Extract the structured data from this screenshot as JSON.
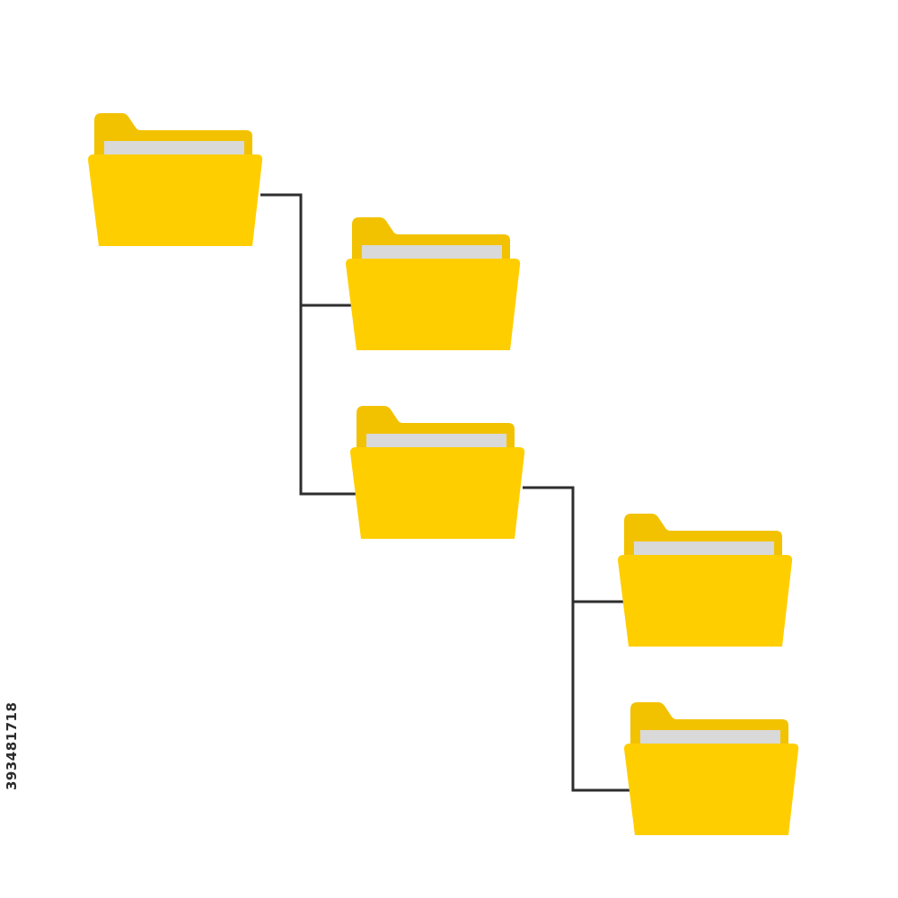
{
  "diagram": {
    "type": "folder-tree",
    "colors": {
      "folder_front": "#FFCE00",
      "folder_back": "#F2C200",
      "paper": "#D9D9D9",
      "connector": "#2E2E2E",
      "background": "#FFFFFF"
    },
    "nodes": [
      {
        "id": "root",
        "icon": "folder-icon",
        "parent": null
      },
      {
        "id": "child-1",
        "icon": "folder-icon",
        "parent": "root"
      },
      {
        "id": "child-2",
        "icon": "folder-icon",
        "parent": "root"
      },
      {
        "id": "grandchild-1",
        "icon": "folder-icon",
        "parent": "child-2"
      },
      {
        "id": "grandchild-2",
        "icon": "folder-icon",
        "parent": "child-2"
      }
    ]
  },
  "watermark": {
    "stock_id": "393481718"
  }
}
